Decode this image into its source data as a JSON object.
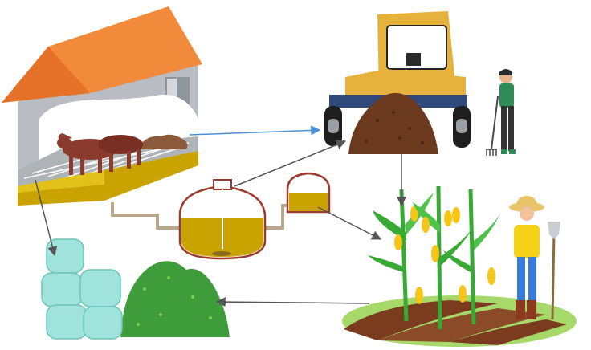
{
  "diagram": {
    "nodes": [
      {
        "id": "barn",
        "depicts": "cattle-barn"
      },
      {
        "id": "biogas",
        "depicts": "biogas-digester"
      },
      {
        "id": "compost",
        "depicts": "manure-compost-tractor"
      },
      {
        "id": "field",
        "depicts": "corn-field-farmer"
      },
      {
        "id": "silage",
        "depicts": "silage-bales-and-forage"
      }
    ],
    "edges": [
      {
        "from": "barn",
        "to": "compost"
      },
      {
        "from": "barn",
        "to": "silage"
      },
      {
        "from": "compost",
        "to": "field"
      },
      {
        "from": "biogas",
        "to": "compost"
      },
      {
        "from": "biogas",
        "to": "field"
      },
      {
        "from": "field",
        "to": "silage"
      }
    ]
  },
  "colors": {
    "roof": "#F28A3C",
    "wall": "#B9BDC3",
    "cattle": "#8B3A2E",
    "slurry": "#C9A400",
    "digester_outline": "#9C3B2E",
    "pipe": "#B8A78A",
    "tractor": "#E6B23C",
    "manure": "#6B3A1E",
    "corn_leaf": "#39A935",
    "corn_cob": "#F5C518",
    "soil": "#7A3B1E",
    "grass": "#A6D86A",
    "bale": "#9FE3DC",
    "forage": "#3E9C3A",
    "arrow_blue": "#4A90D9",
    "arrow_gray": "#555555"
  }
}
